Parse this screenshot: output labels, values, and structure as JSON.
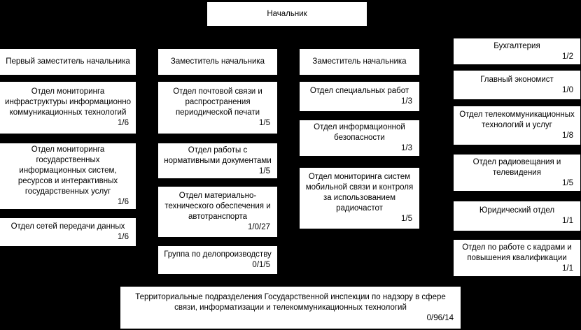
{
  "diagram": {
    "type": "org-chart",
    "background_color": "#000000",
    "node_fill_color": "#ffffff",
    "node_text_color": "#000000"
  },
  "nodes": [
    {
      "label": "Начальник"
    },
    {
      "label": "Первый заместитель начальника"
    },
    {
      "label": "Отдел мониторинга инфраструктуры информационно коммуникационных технологий",
      "count": "1/6"
    },
    {
      "label": "Отдел мониторинга государственных информационных систем, ресурсов и интерактивных государственных услуг",
      "count": "1/6"
    },
    {
      "label": "Отдел сетей передачи данных",
      "count": "1/6"
    },
    {
      "label": "Заместитель начальника"
    },
    {
      "label": "Отдел почтовой связи и распространения периодической печати",
      "count": "1/5"
    },
    {
      "label": "Отдел работы с нормативными документами",
      "count": "1/5"
    },
    {
      "label": "Отдел материально-технического обеспечения и автотранспорта",
      "count": "1/0/27"
    },
    {
      "label": "Группа по делопроизводству",
      "count": "0/1/5"
    },
    {
      "label": "Заместитель начальника"
    },
    {
      "label": "Отдел специальных работ",
      "count": "1/3"
    },
    {
      "label": "Отдел информационной безопасности",
      "count": "1/3"
    },
    {
      "label": "Отдел мониторинга систем мобильной связи и контроля за использованием радиочастот",
      "count": "1/5"
    },
    {
      "label": "Бухгалтерия",
      "count": "1/2"
    },
    {
      "label": "Главный экономист",
      "count": "1/0"
    },
    {
      "label": "Отдел телекоммуникационных технологий и услуг",
      "count": "1/8"
    },
    {
      "label": "Отдел радиовещания и телевидения",
      "count": "1/5"
    },
    {
      "label": "Юридический отдел",
      "count": "1/1"
    },
    {
      "label": "Отдел по работе с кадрами и повышения квалификации",
      "count": "1/1"
    },
    {
      "label": "Территориальные подразделения Государственной инспекции по надзору в сфере связи, информатизации и телекоммуникационных технологий",
      "count": "0/96/14"
    }
  ]
}
